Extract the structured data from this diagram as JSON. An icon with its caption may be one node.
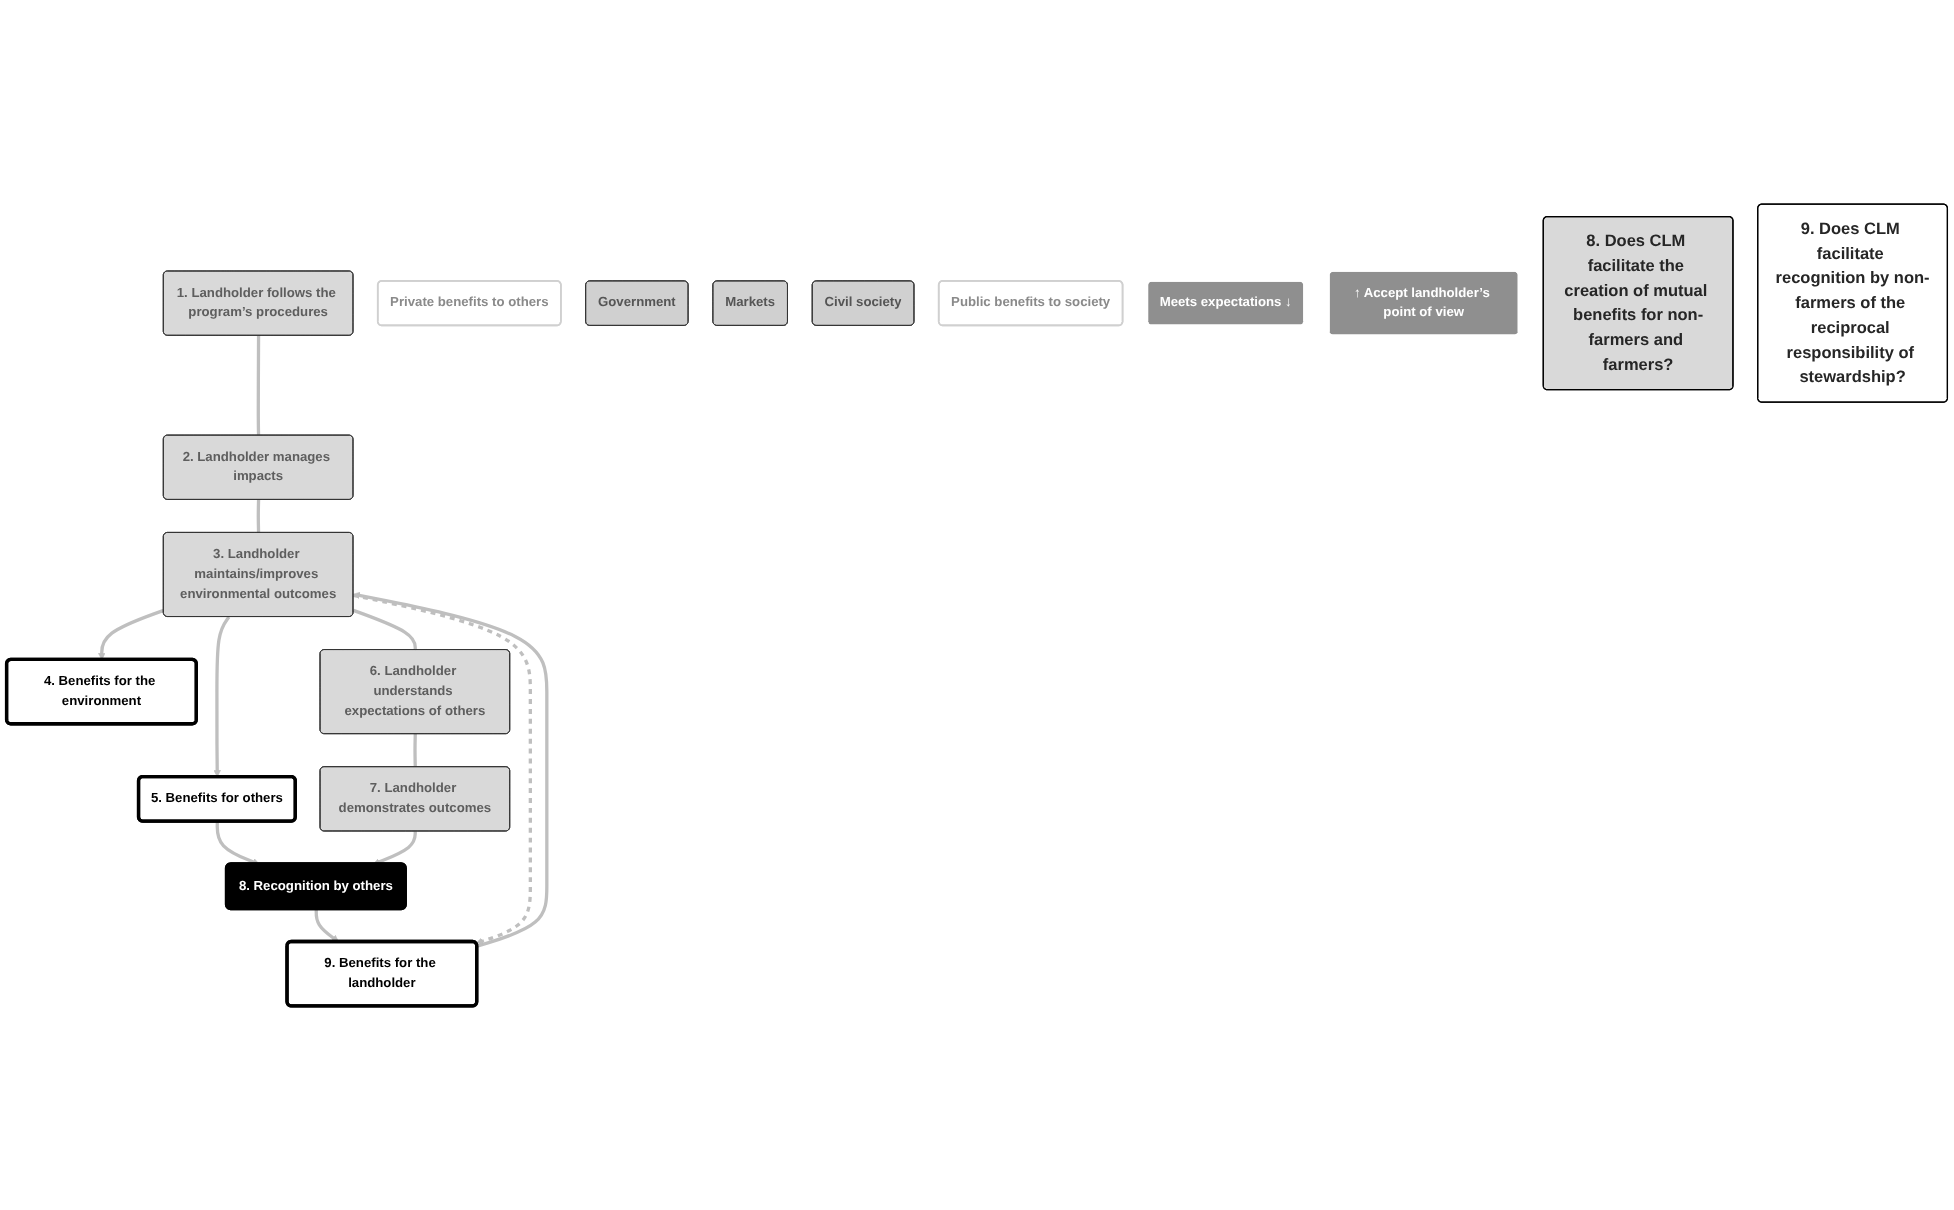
{
  "diagram": {
    "nodes": [
      {
        "text": [
          "1. Landholder follows the program’s procedures"
        ]
      },
      {
        "text": [
          "2. Landholder manages impacts"
        ]
      },
      {
        "text": [
          "3. Landholder maintains/improves environmental outcomes"
        ]
      },
      {
        "text": [
          "4. Benefits for the environment"
        ]
      },
      {
        "text": [
          "Private benefits to others"
        ]
      },
      {
        "text": [
          "9. Benefits for the landholder"
        ]
      },
      {
        "text": [
          "6. Landholder understands expectations of others"
        ]
      },
      {
        "text": [
          "Government"
        ]
      },
      {
        "text": [
          "5. Benefits for others"
        ]
      },
      {
        "text": [
          "Markets"
        ]
      },
      {
        "text": [
          "Civil society"
        ]
      },
      {
        "text": [
          "Public benefits to society"
        ]
      },
      {
        "text": [
          "7. Landholder demonstrates outcomes"
        ]
      },
      {
        "text": [
          "Meets expectations ↓"
        ]
      },
      {
        "text": [
          "8. Recognition by others"
        ]
      },
      {
        "text": [
          "↑ Accept landholder’s point of view"
        ]
      },
      {
        "text": [
          "8. Does CLM facilitate the creation of mutual benefits for non-farmers and farmers?"
        ]
      },
      {
        "text": [
          "9. Does CLM facilitate recognition by non-farmers of the reciprocal responsibility of stewardship?"
        ]
      }
    ],
    "edges": [
      {
        "from": 0,
        "to": 1,
        "arrow": "none"
      },
      {
        "from": 1,
        "to": 2,
        "arrow": "none"
      },
      {
        "from": 2,
        "to": 6,
        "arrow": "none"
      },
      {
        "from": 6,
        "to": 12,
        "arrow": "none"
      },
      {
        "from": 2,
        "to": 3,
        "arrow": "to"
      },
      {
        "from": 2,
        "to": 8,
        "arrow": "to"
      },
      {
        "from": 8,
        "to": 14,
        "arrow": "to"
      },
      {
        "from": 12,
        "to": 14,
        "arrow": "to"
      },
      {
        "from": 14,
        "to": 5,
        "arrow": "to"
      },
      {
        "from": 5,
        "to": 2,
        "arrow": "to"
      },
      {
        "from": 2,
        "to": 5,
        "arrow": "to",
        "style": "dashed"
      }
    ]
  }
}
